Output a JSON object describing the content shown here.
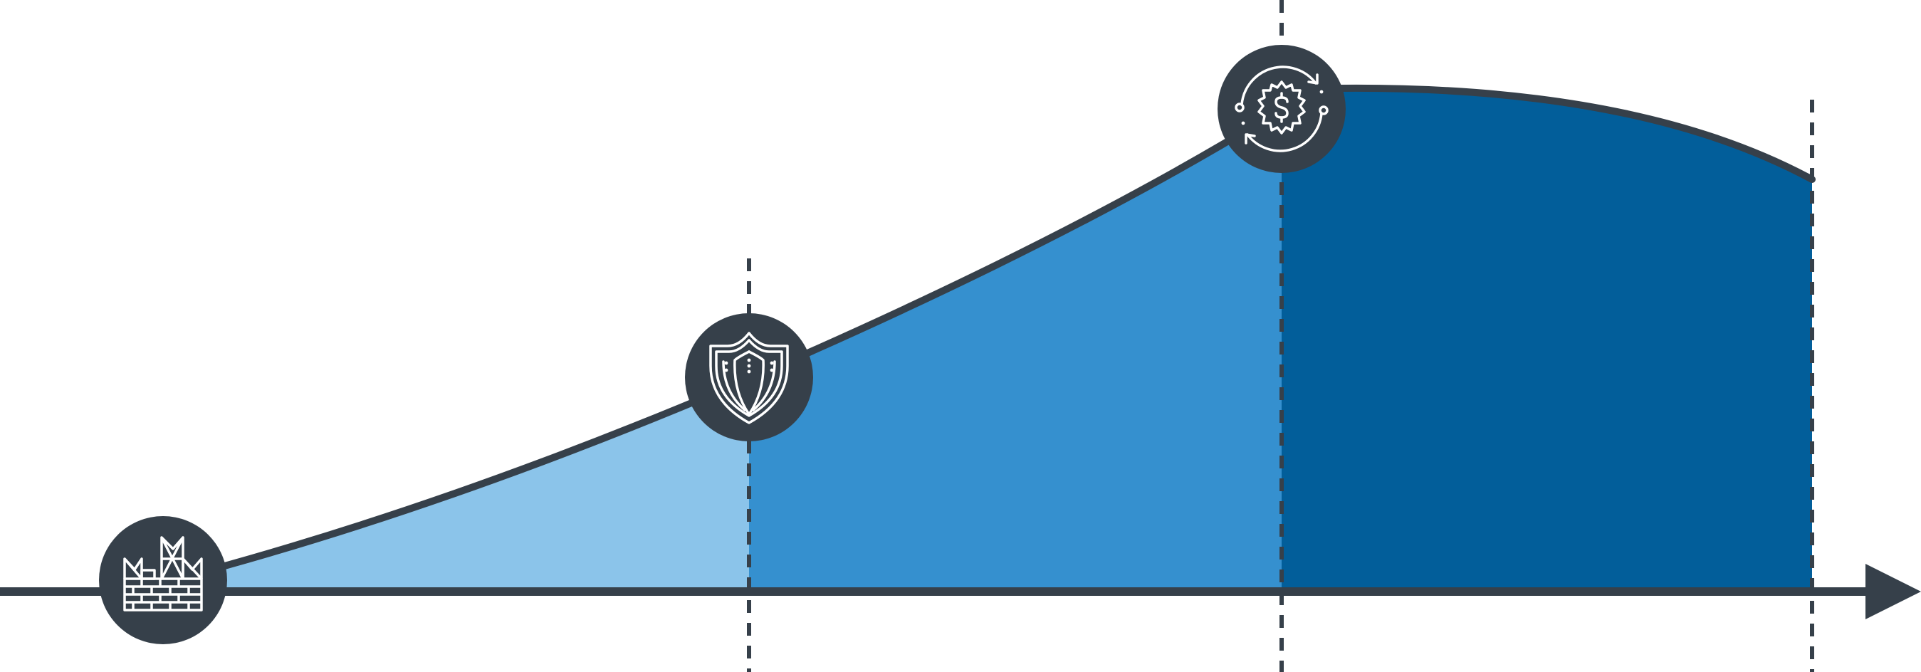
{
  "diagram": {
    "kind": "growth-curve-stages",
    "stages": [
      {
        "id": "stage-1",
        "icon": "factory-wall-icon",
        "tone": "light"
      },
      {
        "id": "stage-2",
        "icon": "shield-icon",
        "tone": "medium"
      },
      {
        "id": "stage-3",
        "icon": "dollar-gear-cycle-icon",
        "tone": "dark"
      }
    ],
    "colors": {
      "line": "#36404a",
      "stage_light": "#8bc4ea",
      "stage_medium": "#3590cf",
      "stage_dark": "#025e9a",
      "icon_stroke": "#ffffff",
      "background": "#ffffff"
    }
  }
}
